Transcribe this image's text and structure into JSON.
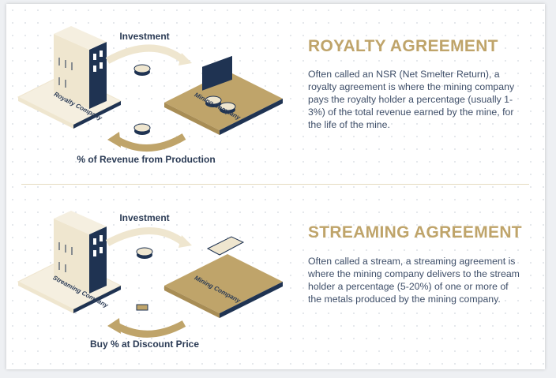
{
  "royalty": {
    "top_label": "Investment",
    "bottom_label": "% of Revenue from Production",
    "left_entity": "Royalty Company",
    "right_entity": "Mining Company",
    "title": "ROYALTY AGREEMENT",
    "description": "Often called an NSR (Net Smelter Return), a royalty agreement is where the mining company pays the royalty holder a percentage (usually 1-3%) of the total revenue earned by the mine, for the life of the mine."
  },
  "streaming": {
    "top_label": "Investment",
    "bottom_label": "Buy % at Discount Price",
    "left_entity": "Streaming Company",
    "right_entity": "Mining Company",
    "title": "STREAMING AGREEMENT",
    "description": "Often called a stream, a streaming agreement is where the mining company delivers to the stream holder a percentage (5-20%) of one or more of the metals produced by the mining company."
  },
  "colors": {
    "navy": "#1f3352",
    "gold": "#bfa46a",
    "cream": "#efe6cf"
  }
}
